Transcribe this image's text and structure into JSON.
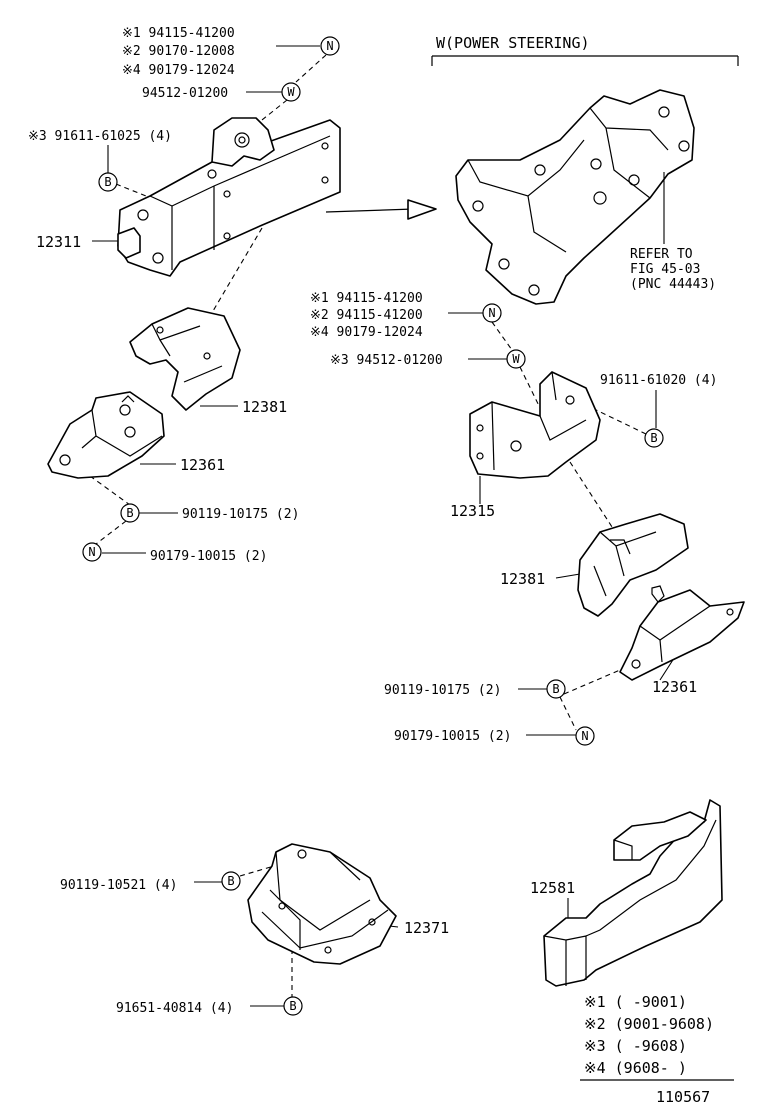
{
  "section_title": "W(POWER STEERING)",
  "refer_note": {
    "line1": "REFER TO",
    "line2": "FIG 45-03",
    "line3": "(PNC 44443)"
  },
  "symbols": {
    "bolt": "B",
    "nut": "N",
    "washer": "W"
  },
  "left_group": {
    "c1": "※1  94115-41200",
    "c2": "※2  90170-12008",
    "c4": "※4  90179-12024",
    "washer": "94512-01200",
    "bolt_top": "※3 91611-61025 (4)",
    "crossmember": "12311",
    "bracket": "12381",
    "insulator": "12361",
    "bolt_bottom": "90119-10175 (2)",
    "nut_bottom": "90179-10015 (2)"
  },
  "right_group": {
    "c1": "※1  94115-41200",
    "c2": "※2  94115-41200",
    "c4": "※4  90179-12024",
    "washer": "※3 94512-01200",
    "bolt_top": "91611-61020 (4)",
    "bracket": "12315",
    "bracket2": "12381",
    "insulator": "12361",
    "bolt_bottom": "90119-10175 (2)",
    "nut_bottom": "90179-10015 (2)"
  },
  "bottom_left": {
    "bolt_top": "90119-10521 (4)",
    "insulator": "12371",
    "bolt_bottom": "91651-40814 (4)"
  },
  "bottom_right": {
    "part": "12581"
  },
  "legend": {
    "row1": "※1 (      -9001)",
    "row2": "※2 (9001-9608)",
    "row3": "※3 (      -9608)",
    "row4": "※4 (9608-      )"
  },
  "figure_number": "110567"
}
